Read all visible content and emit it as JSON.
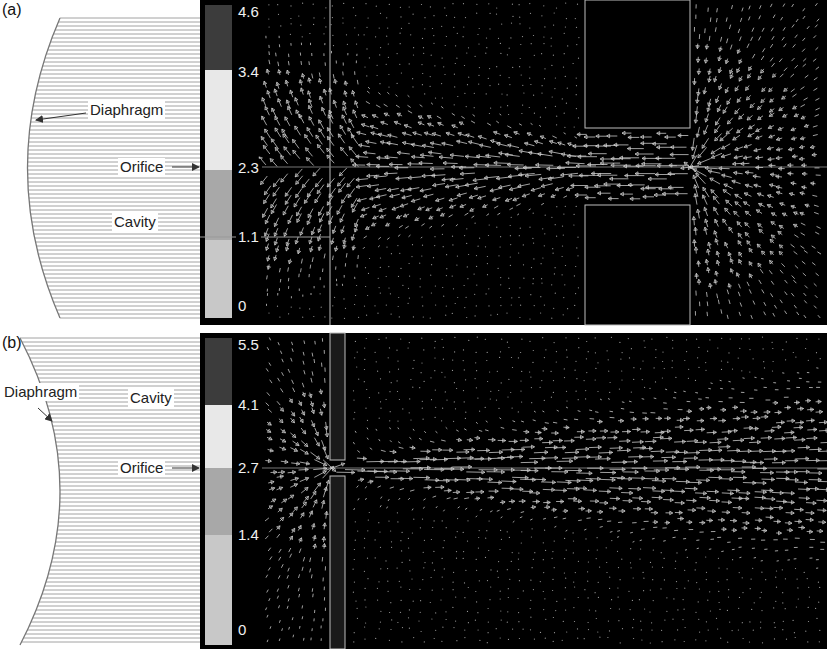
{
  "diagram": {
    "labels": [
      "(a)",
      "Diaphragm",
      "Orifice",
      "Cavity",
      "4.6",
      "3.4",
      "2.3",
      "1.1",
      "0",
      "(b)",
      "Diaphragm",
      "Cavity",
      "Orifice",
      "5.5",
      "4.1",
      "2.7",
      "1.4",
      "0"
    ]
  }
}
